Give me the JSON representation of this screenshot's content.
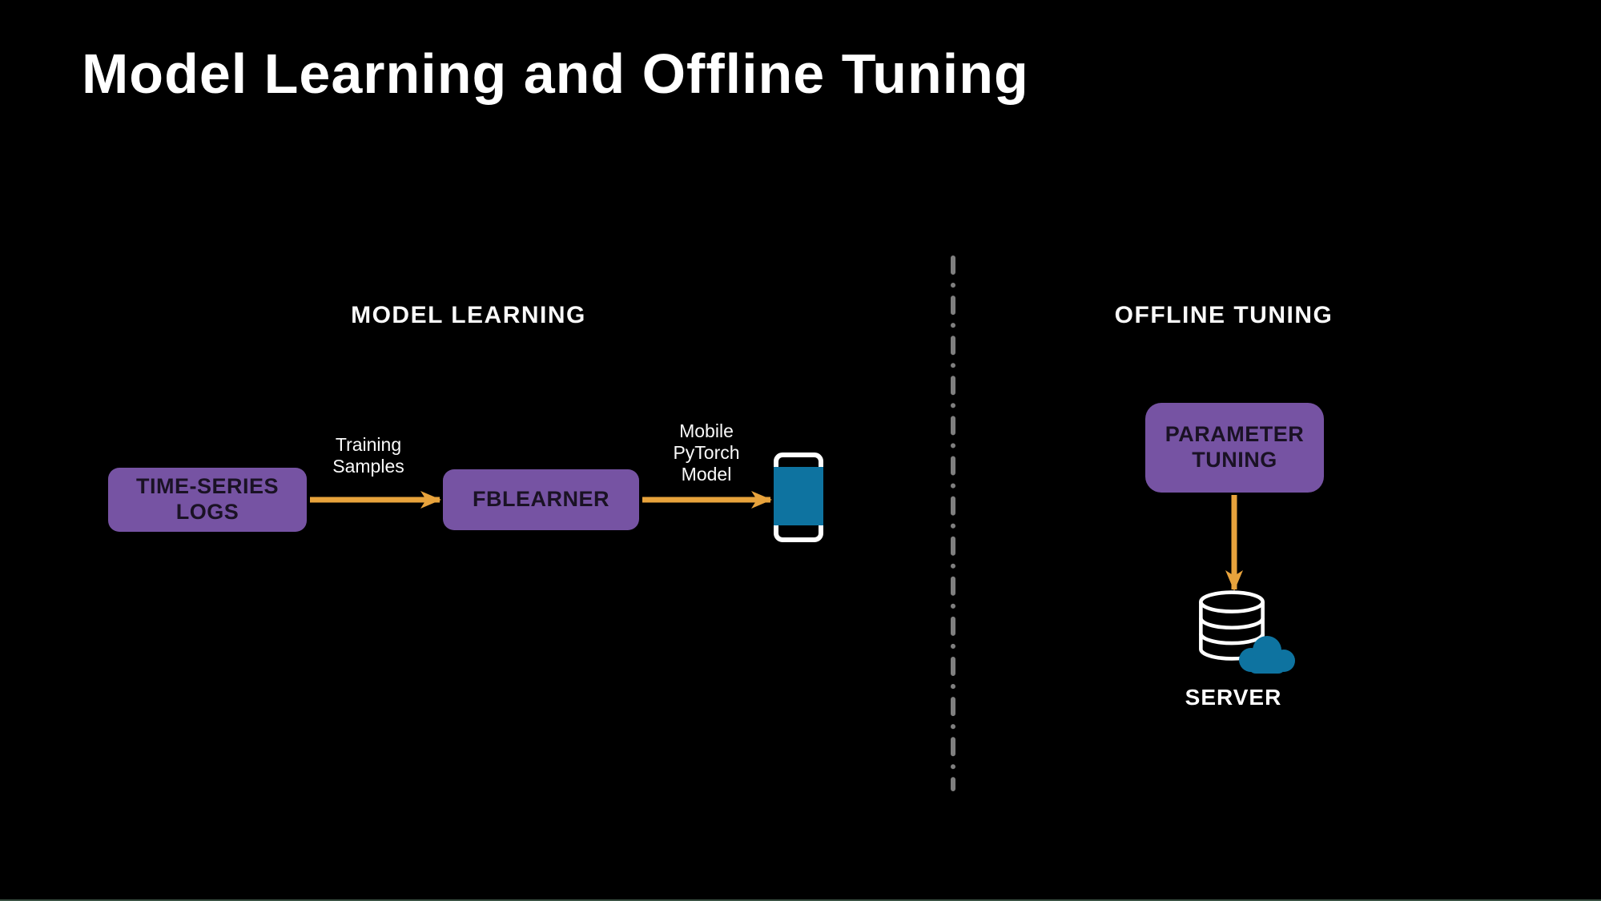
{
  "title": "Model Learning and Offline Tuning",
  "sections": {
    "model_learning": {
      "header": "MODEL LEARNING",
      "nodes": {
        "time_series_logs": {
          "label": "TIME-SERIES\nLOGS"
        },
        "fblearner": {
          "label": "FBLEARNER"
        }
      },
      "arrow_labels": {
        "training_samples": "Training\nSamples",
        "mobile_pytorch_model": "Mobile\nPyTorch\nModel"
      },
      "icons": {
        "phone": "mobile-phone-icon"
      }
    },
    "offline_tuning": {
      "header": "OFFLINE TUNING",
      "nodes": {
        "parameter_tuning": {
          "label": "PARAMETER\nTUNING"
        }
      },
      "server_label": "SERVER",
      "icons": {
        "database": "database-icon",
        "cloud": "cloud-icon"
      }
    }
  },
  "colors": {
    "background": "#000000",
    "node_fill_purple": "#7653A3",
    "node_text_dark": "#1A1224",
    "arrow_orange": "#E8A33C",
    "accent_teal": "#0E73A0",
    "divider_gray": "#7F7F7F",
    "text_white": "#FFFFFF"
  }
}
